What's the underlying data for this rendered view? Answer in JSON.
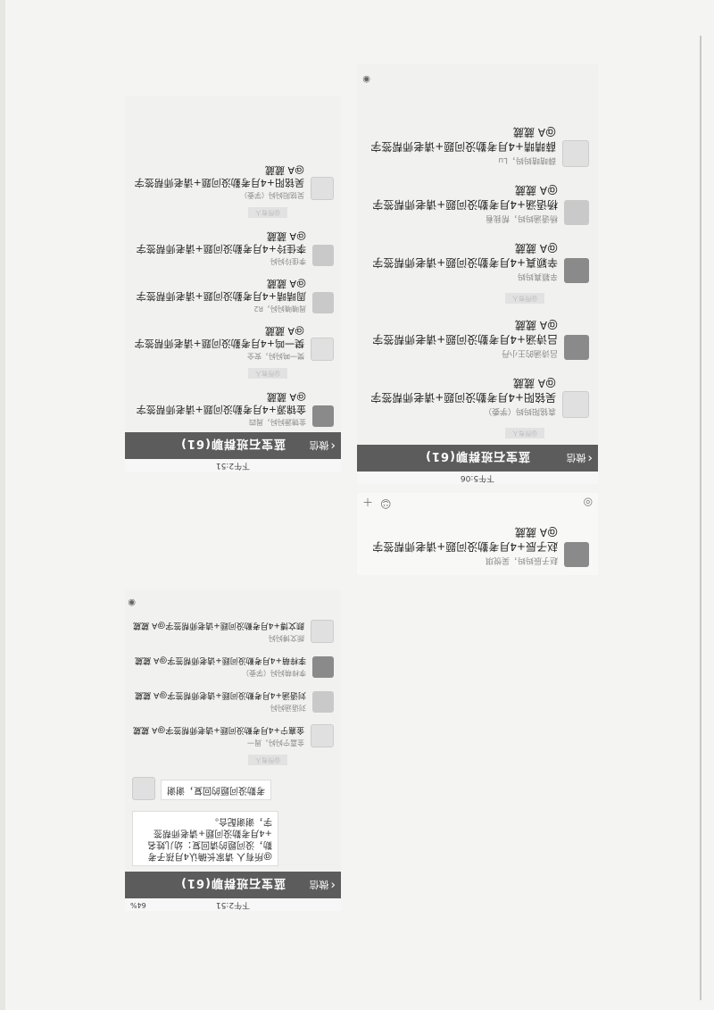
{
  "group_title": "蓝宝石班群聊(61)",
  "back_label": "微信",
  "mention_tag": "@所有人",
  "icons": {
    "back": "chevron-left-icon",
    "sound": "speaker-icon",
    "emoji": "emoji-icon",
    "plus": "plus-icon",
    "wifi": "wifi-icon"
  },
  "screens": [
    {
      "time": "下午5:06",
      "messages": [
        {
          "sender": "袁铭阳妈妈（学委）",
          "text": "吴铭阳+4月考勤没问题+请老师帮签字@A 葳葳"
        },
        {
          "sender": "吕诗涵的王小丹",
          "text": "吕诗涵+4月考勤没问题+请老师帮签字@A 葳葳"
        },
        {
          "sender": "辛颖真妈妈",
          "text": "辛颖真+4月考勤没问题+请老师帮签字@A 葳葳"
        },
        {
          "sender": "杨语涵妈妈，帮我看",
          "text": "杨语涵+4月考勤没问题+请老师帮签字@A 葳葳"
        },
        {
          "sender": "薛晴晴妈妈，Lu",
          "text": "薛晴晴+4月考勤没问题+请老师帮签字@A 葳葳"
        }
      ]
    },
    {
      "time": "下午2:51",
      "messages": [
        {
          "sender": "金锦源妈妈，周四",
          "text": "金锦源+4月考勤没问题+请老师帮签字@A 葳葳"
        },
        {
          "sender": "樊一鸣妈妈，安全",
          "text": "樊一鸣+4月考勤没问题+请老师帮签字@A 葳葳"
        },
        {
          "sender": "周晴晴妈妈，R2",
          "text": "周晴晴+4月考勤没问题+请老师帮签字@A 葳葳"
        },
        {
          "sender": "李佳玲妈妈",
          "text": "李佳玲+4月考勤没问题+请老师帮签字@A 葳葳"
        },
        {
          "sender": "吴铭阳妈妈（学委）",
          "text": "吴铭阳+4月考勤没问题+请老师帮签字@A 葳葳"
        }
      ]
    },
    {
      "sender": "赵子辰妈妈，吴悦琪",
      "text": "赵子辰+4月考勤没问题+请老师帮签字@A 葳葳"
    },
    {
      "time": "下午2:51",
      "battery": "64%",
      "notice_text": "@所有人 请家长确认4月孩子考勤，没问题的请回复：幼儿姓名+4月考勤没问题+请老师帮签字，谢谢配合。",
      "reply_text": "考勤没问题的回复，谢谢",
      "messages": [
        {
          "sender": "金嘉宁妈妈，周一",
          "text": "金嘉宁+4月考勤没问题+请老师帮签字@A 葳葳"
        },
        {
          "sender": "刘语涵妈妈",
          "text": "刘语涵+4月考勤没问题+请老师帮签字@A 葳葳"
        },
        {
          "sender": "李梓萌妈妈（学委）",
          "text": "李梓萌+4月考勤没问题+请老师帮签字@A 葳葳"
        },
        {
          "sender": "颜文博妈妈",
          "text": "颜文博+4月考勤没问题+请老师帮签字@A 葳葳"
        }
      ]
    }
  ]
}
